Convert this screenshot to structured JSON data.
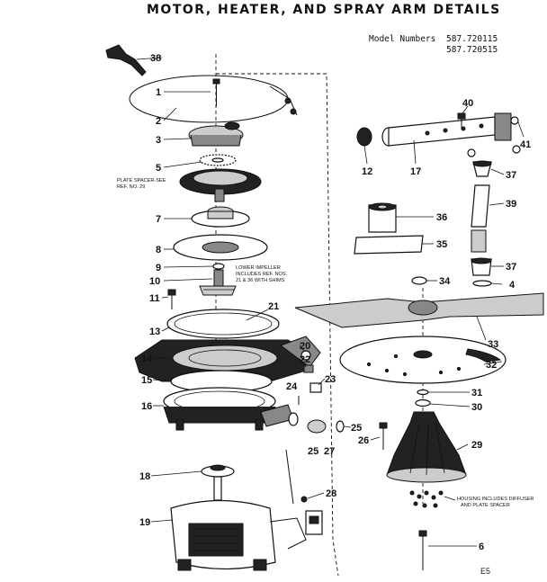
{
  "title": "MOTOR, HEATER, AND SPRAY ARM DETAILS",
  "model_numbers": {
    "label": "Model Numbers",
    "values": [
      "587.720115",
      "587.720515"
    ]
  },
  "notes": {
    "plate_spacer": [
      "PLATE SPACER-SEE",
      "REF. NO. 29"
    ],
    "lower_impeller": [
      "LOWER IMPELLER",
      "INCLUDES REF. NOS.",
      "21 & 36 WITH SHIMS"
    ],
    "housing": [
      "HOUSING INCLUDES DIFFUSER",
      "AND PLATE SPACER"
    ]
  },
  "callouts": [
    "38",
    "1",
    "2",
    "3",
    "5",
    "7",
    "8",
    "9",
    "10",
    "11",
    "13",
    "21",
    "14",
    "15",
    "20",
    "22",
    "23",
    "16",
    "24",
    "25",
    "25",
    "27",
    "26",
    "18",
    "28",
    "19",
    "40",
    "12",
    "17",
    "41",
    "37",
    "36",
    "39",
    "35",
    "37",
    "34",
    "4",
    "33",
    "32",
    "31",
    "30",
    "29",
    "6"
  ],
  "page_number": "E5"
}
